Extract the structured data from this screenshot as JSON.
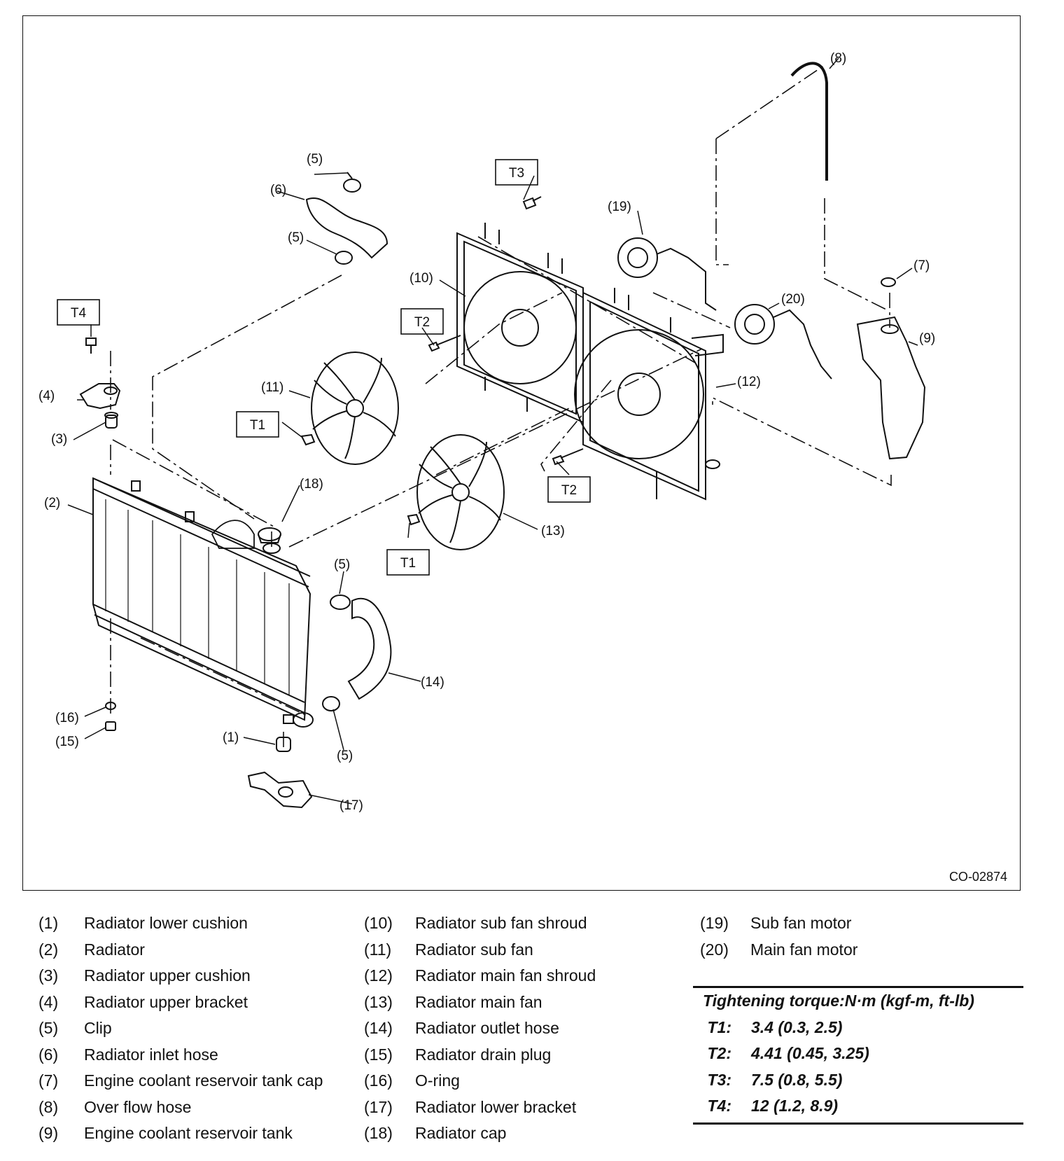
{
  "figure_id": "CO-02874",
  "callouts": {
    "c1": "(1)",
    "c2": "(2)",
    "c3": "(3)",
    "c4": "(4)",
    "c5a": "(5)",
    "c5b": "(5)",
    "c5c": "(5)",
    "c5d": "(5)",
    "c6": "(6)",
    "c7": "(7)",
    "c8": "(8)",
    "c9": "(9)",
    "c10": "(10)",
    "c11": "(11)",
    "c12": "(12)",
    "c13": "(13)",
    "c14": "(14)",
    "c15": "(15)",
    "c16": "(16)",
    "c17": "(17)",
    "c18": "(18)",
    "c19": "(19)",
    "c20": "(20)"
  },
  "torque_tags": {
    "t1a": "T1",
    "t1b": "T1",
    "t2a": "T2",
    "t2b": "T2",
    "t3": "T3",
    "t4": "T4"
  },
  "legend": [
    {
      "num": "(1)",
      "name": "Radiator lower cushion"
    },
    {
      "num": "(2)",
      "name": "Radiator"
    },
    {
      "num": "(3)",
      "name": "Radiator upper cushion"
    },
    {
      "num": "(4)",
      "name": "Radiator upper bracket"
    },
    {
      "num": "(5)",
      "name": "Clip"
    },
    {
      "num": "(6)",
      "name": "Radiator inlet hose"
    },
    {
      "num": "(7)",
      "name": "Engine coolant reservoir tank cap"
    },
    {
      "num": "(8)",
      "name": "Over flow hose"
    },
    {
      "num": "(9)",
      "name": "Engine coolant reservoir tank"
    },
    {
      "num": "(10)",
      "name": "Radiator sub fan shroud"
    },
    {
      "num": "(11)",
      "name": "Radiator sub fan"
    },
    {
      "num": "(12)",
      "name": "Radiator main fan shroud"
    },
    {
      "num": "(13)",
      "name": "Radiator main fan"
    },
    {
      "num": "(14)",
      "name": "Radiator outlet hose"
    },
    {
      "num": "(15)",
      "name": "Radiator drain plug"
    },
    {
      "num": "(16)",
      "name": "O-ring"
    },
    {
      "num": "(17)",
      "name": "Radiator lower bracket"
    },
    {
      "num": "(18)",
      "name": "Radiator cap"
    },
    {
      "num": "(19)",
      "name": "Sub fan motor"
    },
    {
      "num": "(20)",
      "name": "Main fan motor"
    }
  ],
  "torque": {
    "title": "Tightening torque:N·m (kgf-m, ft-lb)",
    "rows": [
      {
        "code": "T1:",
        "value": "3.4 (0.3, 2.5)"
      },
      {
        "code": "T2:",
        "value": "4.41 (0.45, 3.25)"
      },
      {
        "code": "T3:",
        "value": "7.5 (0.8, 5.5)"
      },
      {
        "code": "T4:",
        "value": "12 (1.2, 8.9)"
      }
    ]
  }
}
